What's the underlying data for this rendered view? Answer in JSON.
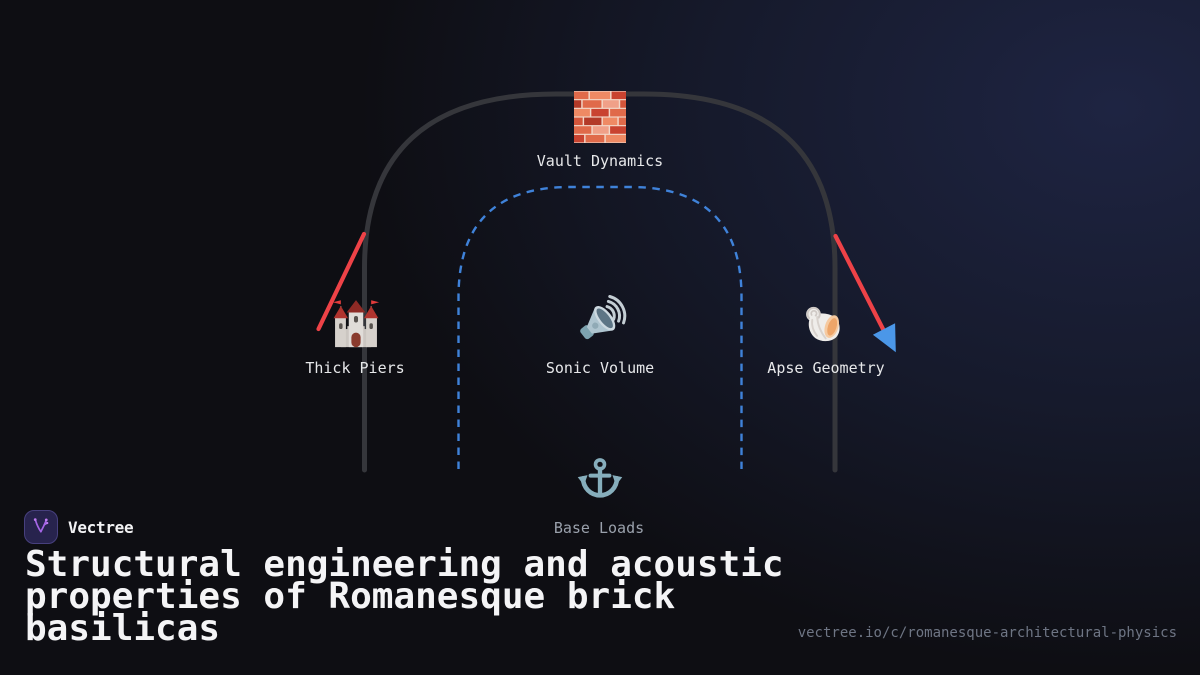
{
  "brand": {
    "name": "Vectree",
    "logo_icon": "vectree-logo-icon"
  },
  "title": "Structural engineering and acoustic properties of Romanesque brick basilicas",
  "footer_url": "vectree.io/c/romanesque-architectural-physics",
  "diagram": {
    "nodes": [
      {
        "id": "vault-dynamics",
        "label": "Vault Dynamics",
        "icon": "brick-wall-icon"
      },
      {
        "id": "thick-piers",
        "label": "Thick Piers",
        "icon": "castle-icon"
      },
      {
        "id": "sonic-volume",
        "label": "Sonic Volume",
        "icon": "loudspeaker-icon"
      },
      {
        "id": "apse-geometry",
        "label": "Apse Geometry",
        "icon": "seashell-icon"
      },
      {
        "id": "base-loads",
        "label": "Base Loads",
        "icon": "anchor-icon"
      }
    ],
    "colors": {
      "arch_outline": "#35363b",
      "acoustic_dashed": "#3f82d9",
      "thrust_line": "#ee4247",
      "arrow_head": "#4b97e8"
    }
  }
}
